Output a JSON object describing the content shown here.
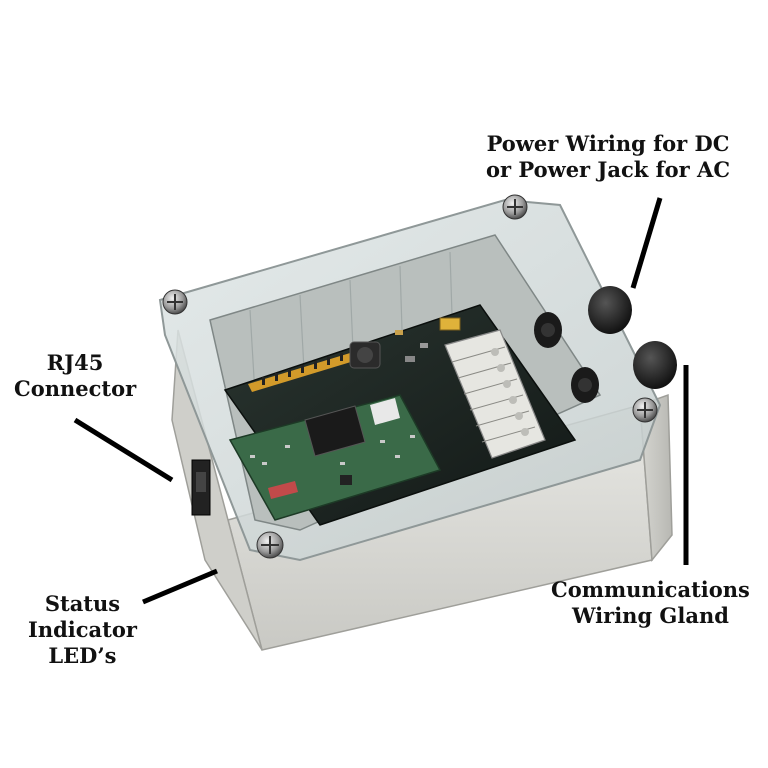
{
  "labels": {
    "power": {
      "line1": "Power Wiring for DC",
      "line2": "or Power Jack for AC"
    },
    "rj45": {
      "line1": "RJ45",
      "line2": "Connector"
    },
    "status": {
      "line1": "Status",
      "line2": "Indicator",
      "line3": "LED’s"
    },
    "comms": {
      "line1": "Communications",
      "line2": "Wiring Gland"
    }
  },
  "colors": {
    "enclosure": "#d9d9d4",
    "lid": "#cfd6d6",
    "pcb": "#1f2a24",
    "module": "#3a6a48",
    "terminal": "#e6e6e1",
    "gland": "#1b1b1b"
  }
}
